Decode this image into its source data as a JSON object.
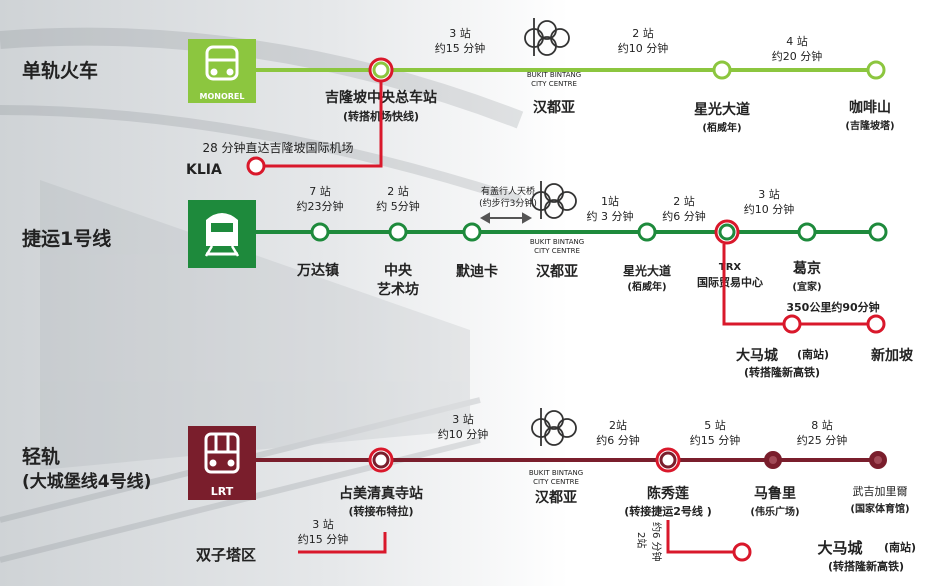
{
  "colors": {
    "monorail": "#8cc63f",
    "mrt": "#1e8a3c",
    "lrt": "#7a1e2c",
    "transfer": "#d9182b"
  },
  "lines": [
    {
      "name": "单轨火车",
      "badge_text": "MONOREL",
      "icon": "monorail-train-icon",
      "stations": [
        {
          "name": "吉隆坡中央总车站",
          "sub": "(转搭机场快线)",
          "transfer": true
        },
        {
          "name": "汉都亚",
          "sub": "",
          "transfer": false
        },
        {
          "name": "星光大道",
          "sub": "(栢威年)",
          "transfer": false
        },
        {
          "name": "咖啡山",
          "sub": "(吉隆坡塔)",
          "transfer": false
        }
      ],
      "segments": [
        {
          "stops": "3 站",
          "time": "约15 分钟"
        },
        {
          "stops": "2 站",
          "time": "约10 分钟"
        },
        {
          "stops": "4 站",
          "time": "约20 分钟"
        }
      ],
      "branch": {
        "note": "28 分钟直达吉隆坡国际机场",
        "destination": "KLIA"
      }
    },
    {
      "name": "捷运1号线",
      "icon": "mrt-train-icon",
      "stations": [
        {
          "name": "万达镇",
          "sub": "",
          "transfer": false
        },
        {
          "name": "中央",
          "sub": "艺术坊",
          "transfer": false
        },
        {
          "name": "默迪卡",
          "sub": "",
          "transfer": false
        },
        {
          "name": "汉都亚",
          "sub": "",
          "transfer": false
        },
        {
          "name": "星光大道",
          "sub": "(栢威年)",
          "transfer": false
        },
        {
          "name": "TRX",
          "sub": "国际贸易中心",
          "transfer": true
        },
        {
          "name": "葛京",
          "sub": "(宜家)",
          "transfer": false
        }
      ],
      "segments": [
        {
          "stops": "7 站",
          "time": "约23分钟"
        },
        {
          "stops": "2 站",
          "time": "约 5分钟"
        },
        {
          "stops": "有盖行人天桥",
          "time": "(约步行3分钟)"
        },
        {
          "stops": "1站",
          "time": "约 3 分钟"
        },
        {
          "stops": "2 站",
          "time": "约6 分钟"
        },
        {
          "stops": "3 站",
          "time": "约10 分钟"
        }
      ],
      "branch": {
        "note": "350公里约90分钟",
        "stations": [
          {
            "name": "大马城",
            "tag": "(南站)",
            "sub": "(转搭隆新高铁)"
          },
          {
            "name": "新加坡",
            "tag": "",
            "sub": ""
          }
        ]
      }
    },
    {
      "name": "轻轨",
      "name2": "(大城堡线4号线)",
      "badge_text": "LRT",
      "icon": "lrt-train-icon",
      "stations": [
        {
          "name": "占美清真寺站",
          "sub": "(转接布特拉)",
          "transfer": true
        },
        {
          "name": "汉都亚",
          "sub": "",
          "transfer": false
        },
        {
          "name": "陈秀莲",
          "sub": "(转接捷运2号线 )",
          "transfer": true
        },
        {
          "name": "马鲁里",
          "sub": "(伟乐广场)",
          "transfer": false
        },
        {
          "name": "武吉加里爾",
          "sub": "(国家体育馆)",
          "transfer": false
        }
      ],
      "segments": [
        {
          "stops": "3 站",
          "time": "约10 分钟"
        },
        {
          "stops": "2站",
          "time": "约6 分钟"
        },
        {
          "stops": "5 站",
          "time": "约15 分钟"
        },
        {
          "stops": "8 站",
          "time": "约25 分钟"
        }
      ],
      "branch_left": {
        "stops": "3 站",
        "time": "约15 分钟",
        "destination": "双子塔区"
      },
      "branch_right": {
        "stops": "2站",
        "time": "约6 分钟"
      },
      "branch_south": {
        "name": "大马城",
        "tag": "(南站)",
        "sub": "(转搭隆新高铁)"
      }
    }
  ],
  "bukit_bintang": {
    "line1": "BUKIT BINTANG",
    "line2": "CITY CENTRE"
  }
}
